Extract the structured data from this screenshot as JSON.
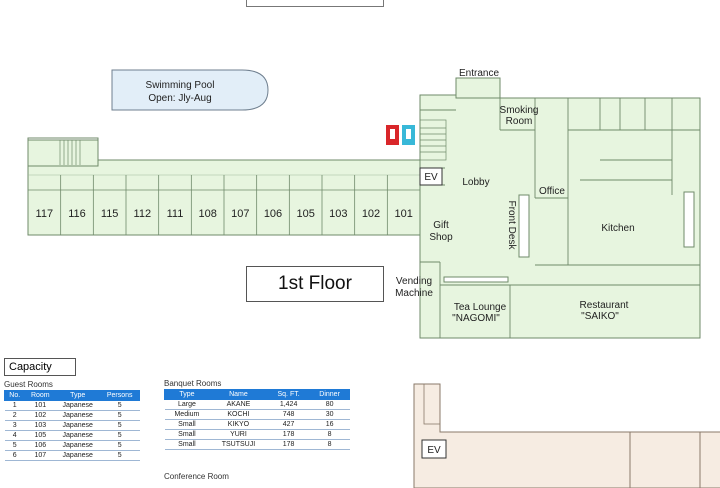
{
  "floor_title": "1st Floor",
  "pool": {
    "line1": "Swimming Pool",
    "line2": "Open: Jly-Aug"
  },
  "rooms": [
    "117",
    "116",
    "115",
    "112",
    "111",
    "108",
    "107",
    "106",
    "105",
    "103",
    "102",
    "101"
  ],
  "areas": {
    "entrance": "Entrance",
    "smoking_line1": "Smoking",
    "smoking_line2": "Room",
    "lobby": "Lobby",
    "office": "Office",
    "front_desk": "Front Desk",
    "kitchen": "Kitchen",
    "gift_line1": "Gift",
    "gift_line2": "Shop",
    "vending_line1": "Vending",
    "vending_line2": "Machine",
    "tea_line1": "Tea Lounge",
    "tea_line2": "\"NAGOMI\"",
    "rest_line1": "Restaurant",
    "rest_line2": "\"SAIKO\"",
    "ev": "EV",
    "ev2": "EV"
  },
  "colors": {
    "floor_fill": "#e7f5df",
    "wall": "#6f8a6a",
    "pool_fill": "#e2eef8",
    "header_blue": "#1f7ad6",
    "restroom_red": "#d9262a",
    "restroom_cyan": "#38b8d8"
  },
  "capacity": {
    "title": "Capacity",
    "guest_caption": "Guest Rooms",
    "guest_headers": [
      "No.",
      "Room",
      "Type",
      "Persons"
    ],
    "guest_rows": [
      [
        "1",
        "101",
        "Japanese",
        "5"
      ],
      [
        "2",
        "102",
        "Japanese",
        "5"
      ],
      [
        "3",
        "103",
        "Japanese",
        "5"
      ],
      [
        "4",
        "105",
        "Japanese",
        "5"
      ],
      [
        "5",
        "106",
        "Japanese",
        "5"
      ],
      [
        "6",
        "107",
        "Japanese",
        "5"
      ]
    ],
    "banquet_caption": "Banquet Rooms",
    "banquet_headers": [
      "Type",
      "Name",
      "Sq. FT.",
      "Dinner"
    ],
    "banquet_rows": [
      [
        "Large",
        "AKANE",
        "1,424",
        "80"
      ],
      [
        "Medium",
        "KOCHI",
        "748",
        "30"
      ],
      [
        "Small",
        "KIKYO",
        "427",
        "16"
      ],
      [
        "Small",
        "YURI",
        "178",
        "8"
      ],
      [
        "Small",
        "TSUTSUJI",
        "178",
        "8"
      ]
    ],
    "conference_caption": "Conference Room"
  }
}
